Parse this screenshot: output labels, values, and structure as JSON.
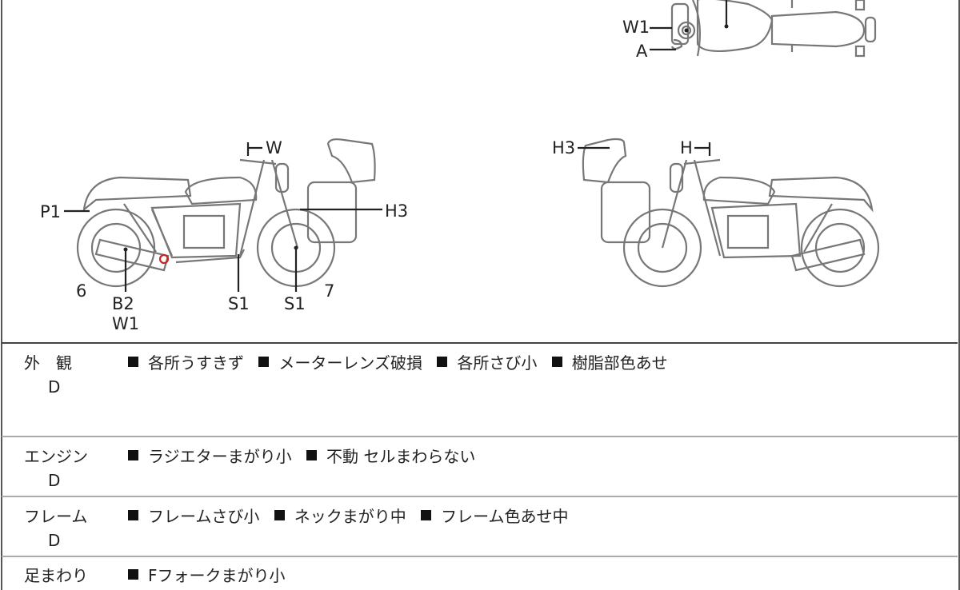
{
  "diagram": {
    "top_view_labels": [
      "W1",
      "A"
    ],
    "left_view_labels": {
      "w": "W",
      "p1": "P1",
      "h3": "H3",
      "six": "6",
      "b2": "B2",
      "w1": "W1",
      "s1a": "S1",
      "s1b": "S1",
      "seven": "7"
    },
    "right_view_labels": {
      "h3": "H3",
      "h": "H"
    },
    "damage_marker_color": "#cc2222"
  },
  "rows": [
    {
      "category": "外　観",
      "grade": "D",
      "items": [
        "各所うすきず",
        "メーターレンズ破損",
        "各所さび小",
        "樹脂部色あせ"
      ]
    },
    {
      "category": "エンジン",
      "grade": "D",
      "items": [
        "ラジエターまがり小",
        "不動 セルまわらない"
      ]
    },
    {
      "category": "フレーム",
      "grade": "D",
      "items": [
        "フレームさび小",
        "ネックまがり中",
        "フレーム色あせ中"
      ]
    },
    {
      "category": "足まわり",
      "grade": "",
      "items": [
        "Fフォークまがり小"
      ]
    }
  ]
}
